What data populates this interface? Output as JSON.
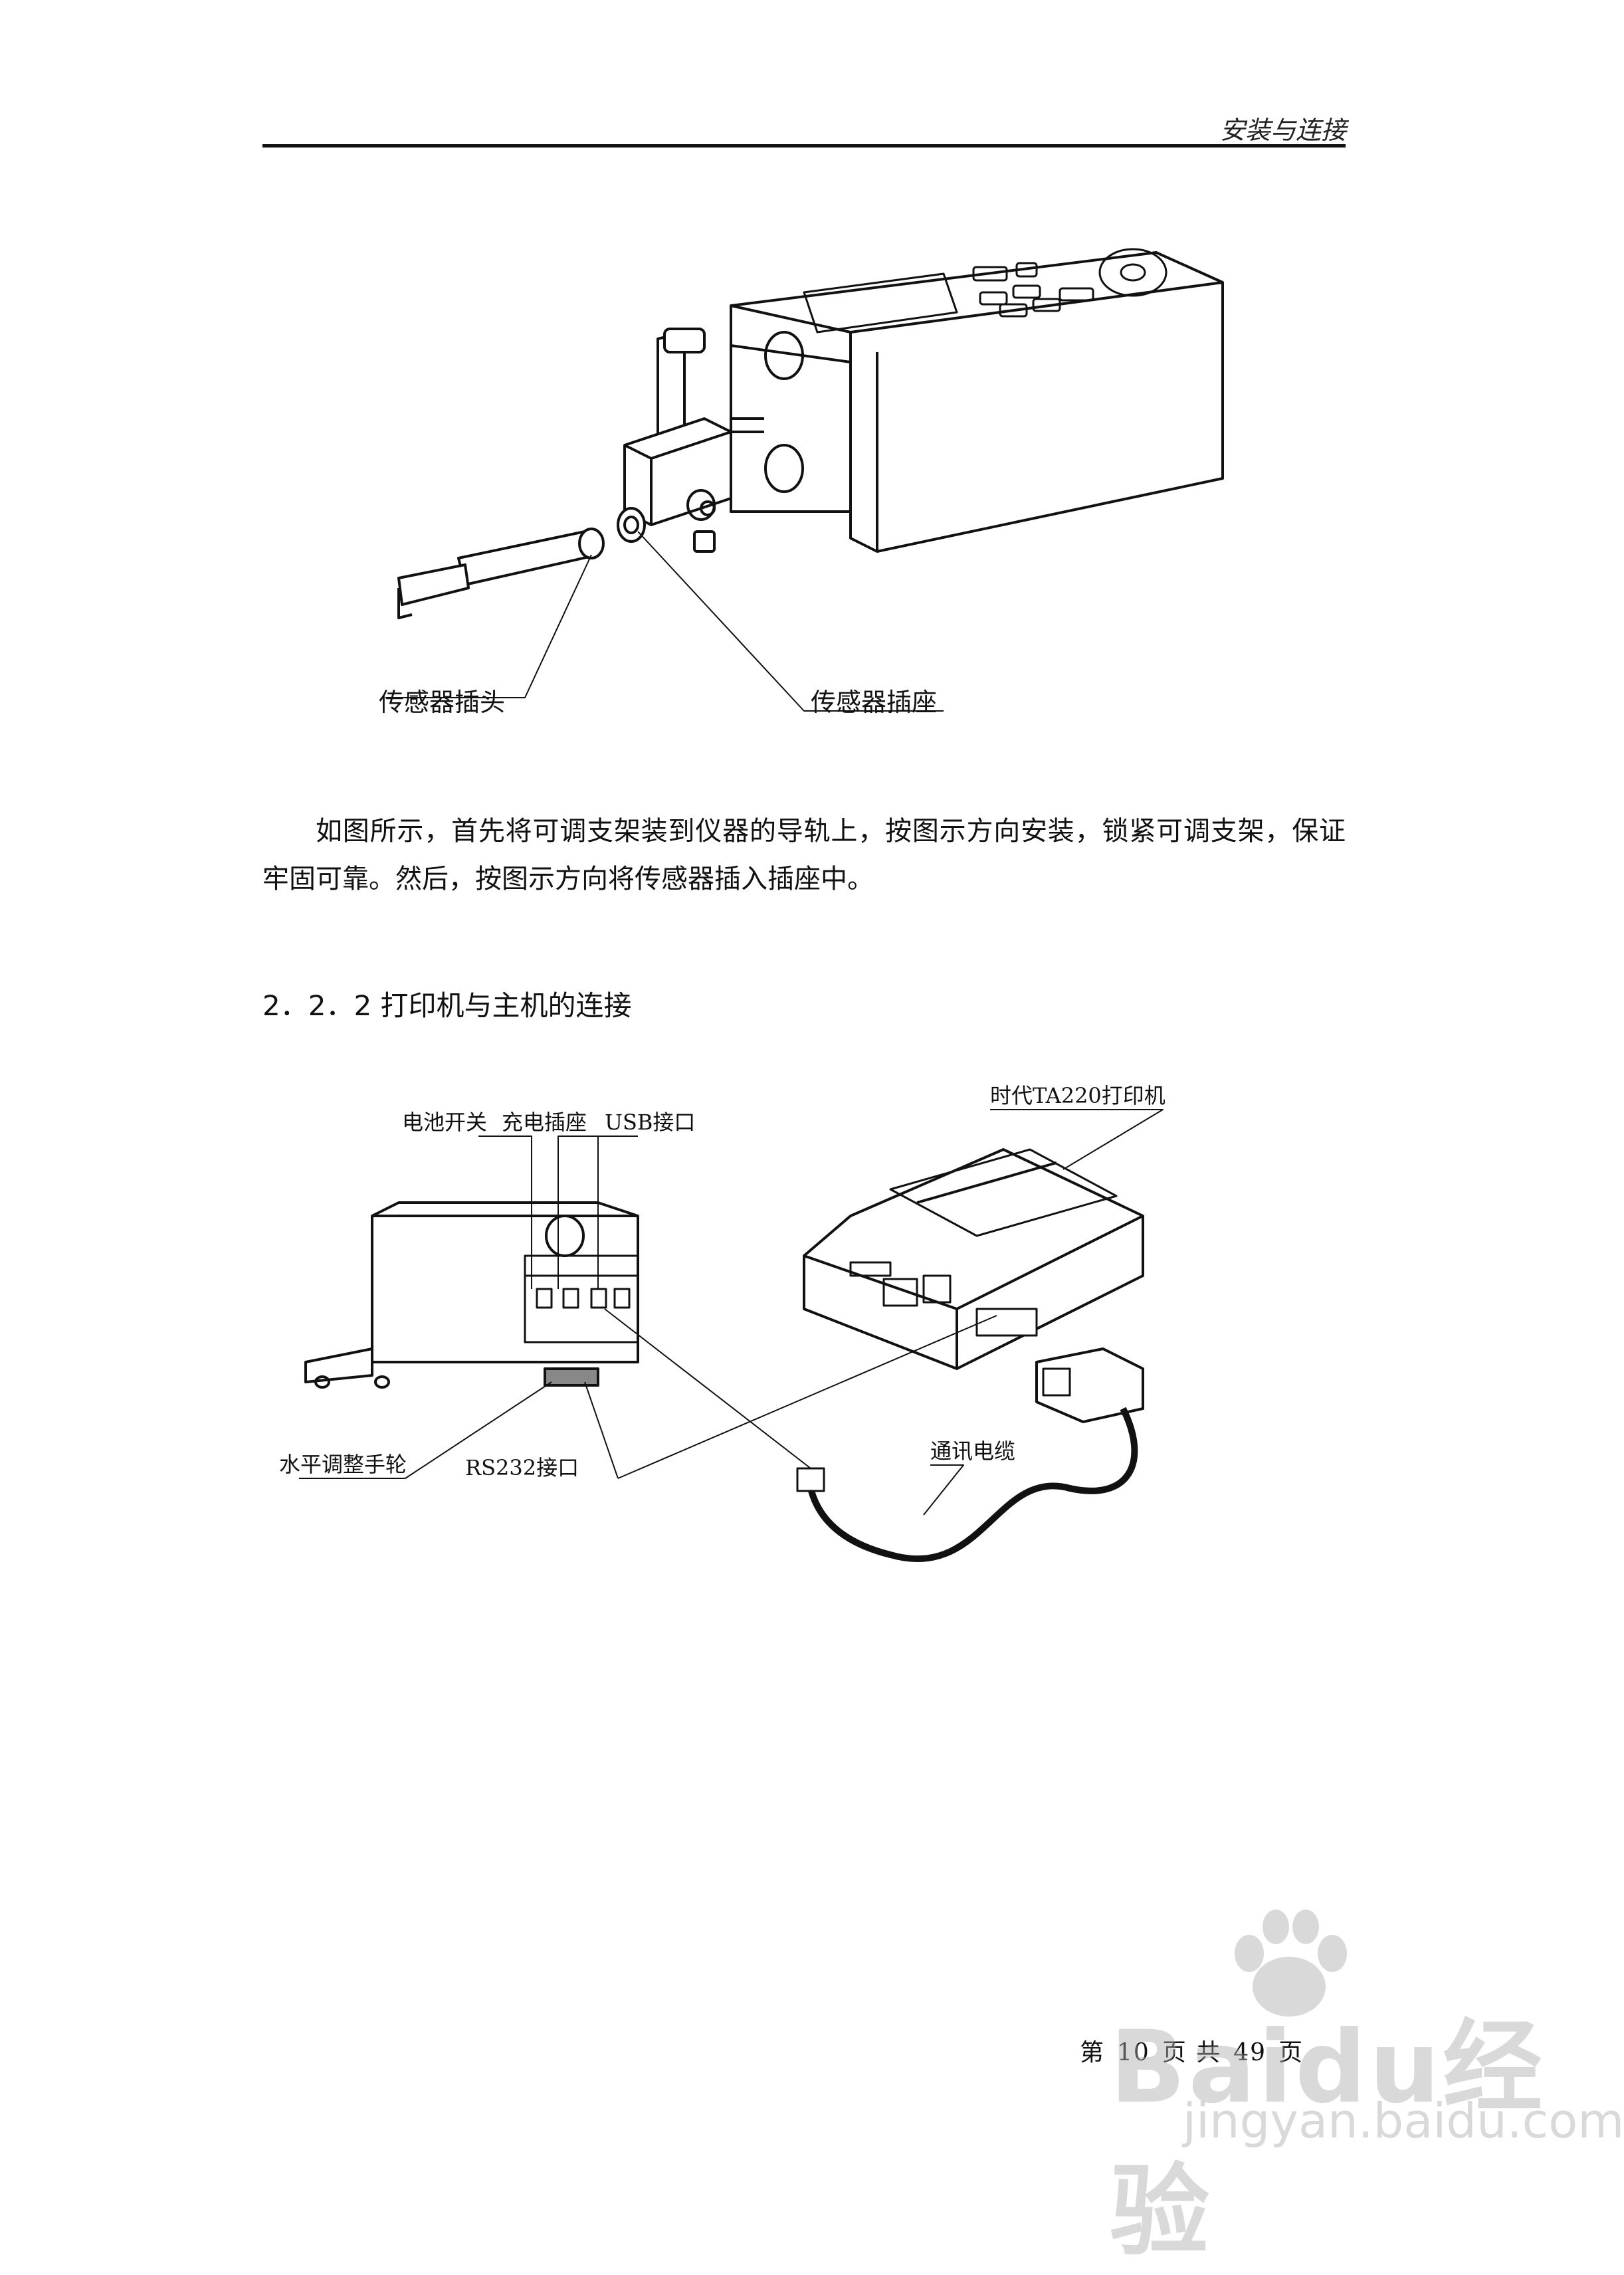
{
  "header": {
    "title": "安装与连接"
  },
  "figure1": {
    "labels": {
      "sensor_plug": "传感器插头",
      "sensor_socket": "传感器插座"
    }
  },
  "paragraph": [
    "如图所示，首先将可调支架装到仪器的导轨上，按图示方向安装，锁紧可调支架，保证牢固可靠。然后，按图示方向将传感器插入插座中。"
  ],
  "section": {
    "heading": "2．2．2 打印机与主机的连接"
  },
  "figure2": {
    "labels": {
      "battery_switch": "电池开关",
      "charge_socket": "充电插座",
      "usb_port": "USB接口",
      "printer": "时代TA220打印机",
      "level_wheel": "水平调整手轮",
      "rs232_port": "RS232接口",
      "cable": "通讯电缆"
    }
  },
  "footer": {
    "page_prefix": "第",
    "page_num": "10",
    "page_mid": "页 共",
    "total": "49",
    "page_suffix": "页"
  },
  "watermark": {
    "text": "Baidu经验",
    "url": "jingyan.baidu.com"
  }
}
